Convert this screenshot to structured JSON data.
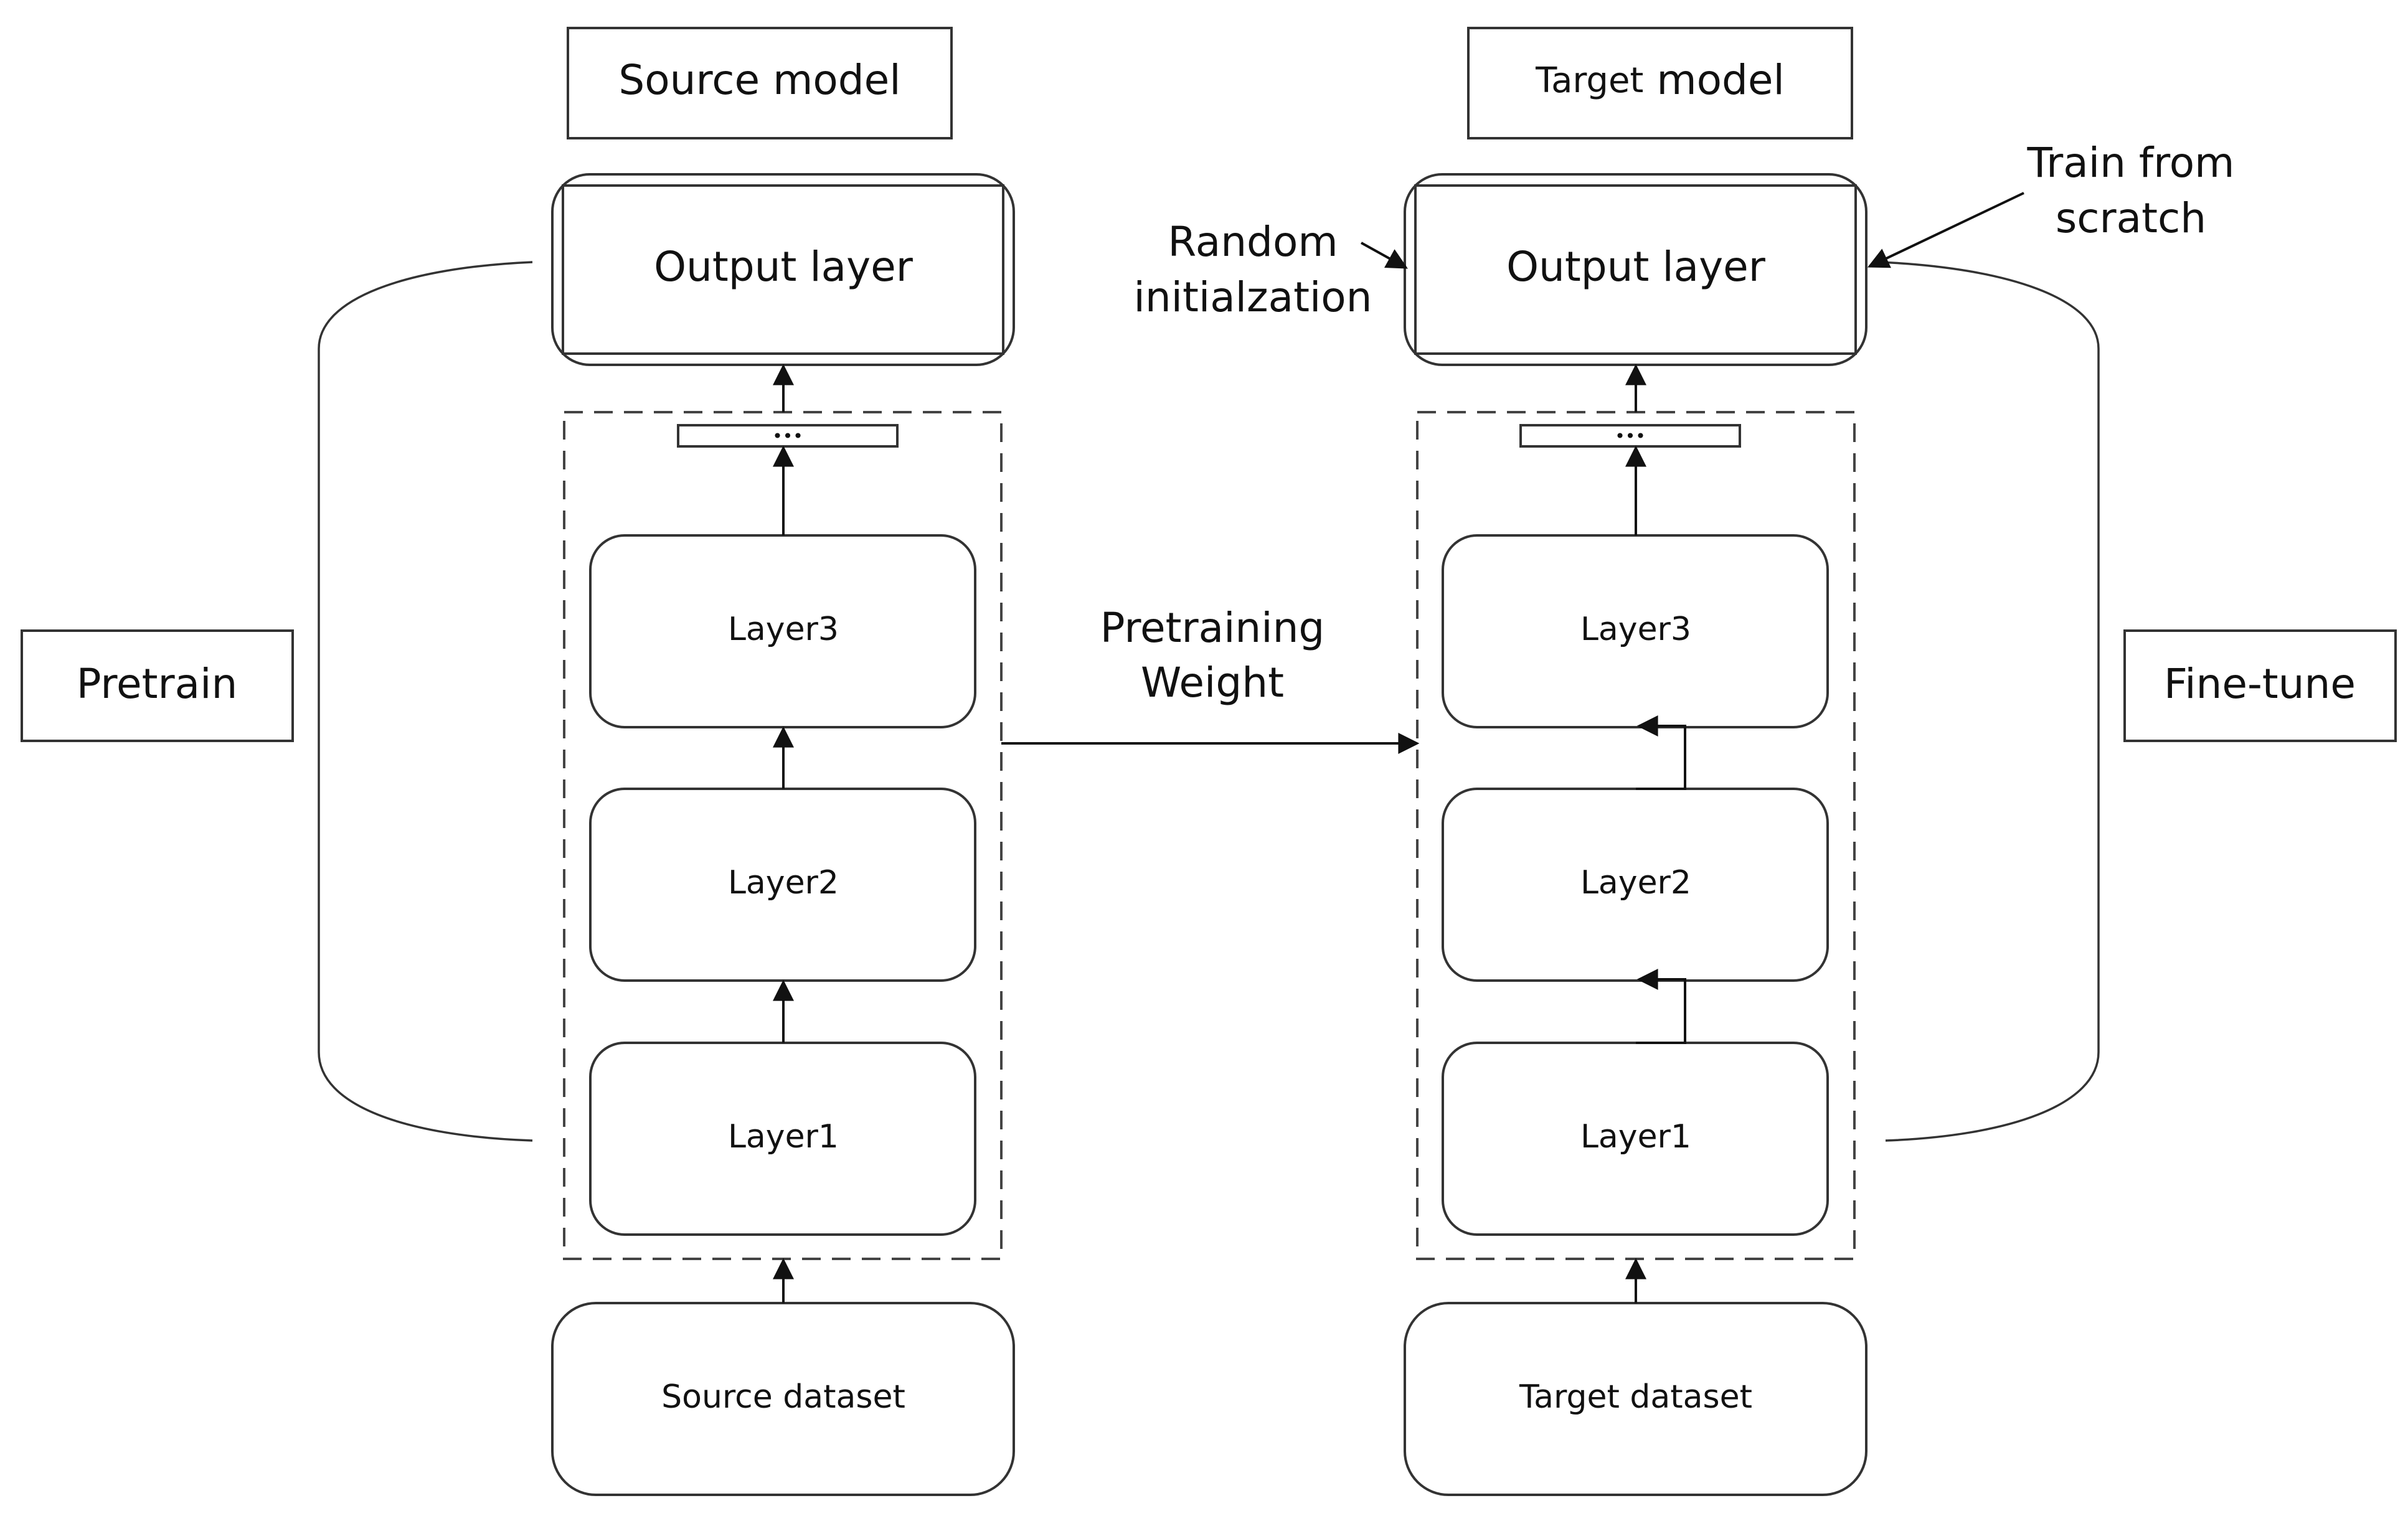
{
  "source": {
    "title": "Source model",
    "output_layer": "Output layer",
    "ellipsis": "•••",
    "layer3": "Layer3",
    "layer2": "Layer2",
    "layer1": "Layer1",
    "dataset": "Source dataset",
    "phase": "Pretrain"
  },
  "target": {
    "title_small": "Target",
    "title_rest": " model",
    "output_layer": "Output layer",
    "ellipsis": "•••",
    "layer3": "Layer3",
    "layer2": "Layer2",
    "layer1": "Layer1",
    "dataset": "Target  dataset",
    "phase": "Fine-tune"
  },
  "transfer": {
    "line1": "Pretraining",
    "line2": "Weight"
  },
  "annotations": {
    "random_line1": "Random",
    "random_line2": "initialzation",
    "scratch_line1": "Train from",
    "scratch_line2": "scratch"
  }
}
